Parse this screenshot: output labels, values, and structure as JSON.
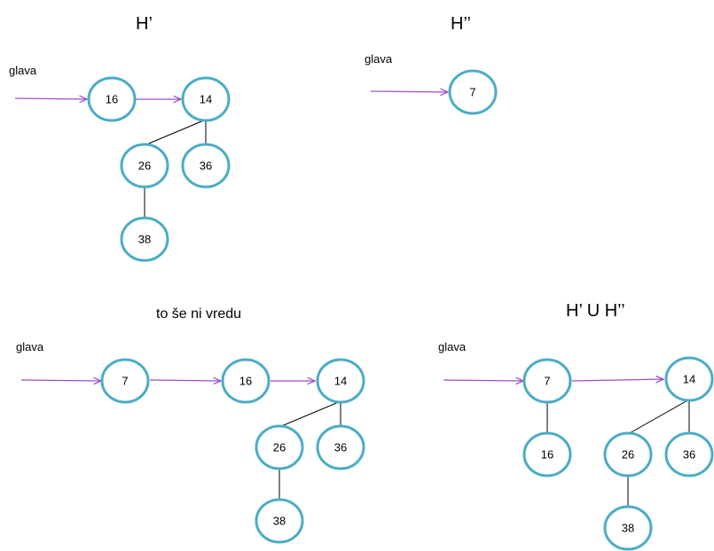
{
  "colors": {
    "node_stroke": "#4bacc6",
    "pointer": "#9b4fc9",
    "edge": "#000000"
  },
  "panels": {
    "h1": {
      "title": "H’",
      "head_label": "glava",
      "nodes": [
        "16",
        "14",
        "26",
        "36",
        "38"
      ]
    },
    "h2": {
      "title": "H’’",
      "head_label": "glava",
      "nodes": [
        "7"
      ]
    },
    "wrong": {
      "title": "to še ni vredu",
      "head_label": "glava",
      "nodes": [
        "7",
        "16",
        "14",
        "26",
        "36",
        "38"
      ]
    },
    "union": {
      "title": "H’ U H’’",
      "head_label": "glava",
      "nodes": [
        "7",
        "14",
        "16",
        "26",
        "36",
        "38"
      ]
    }
  }
}
